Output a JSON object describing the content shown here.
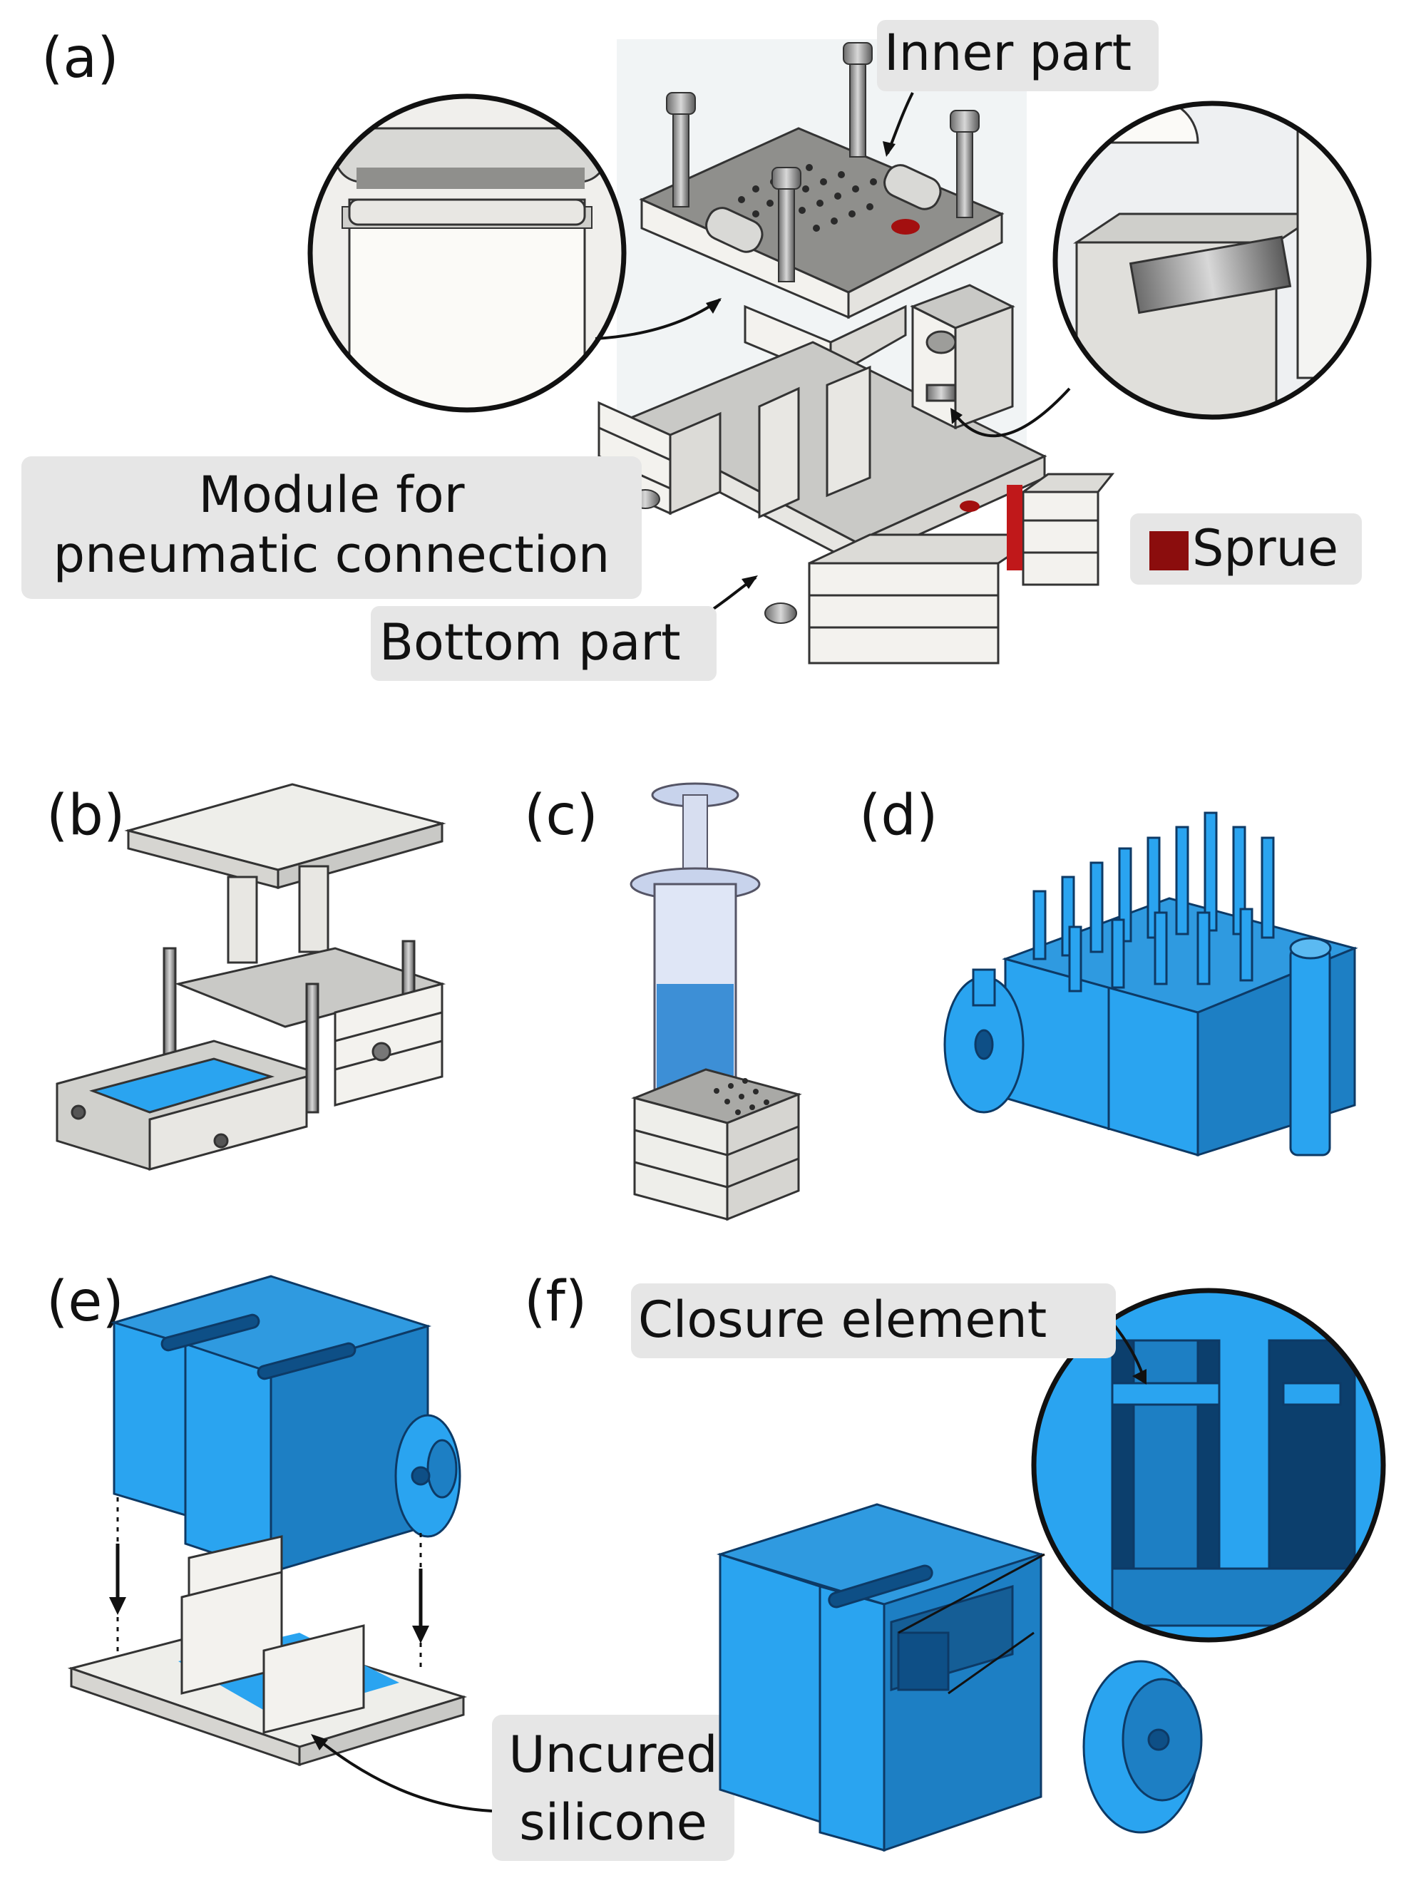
{
  "panels": {
    "a": "(a)",
    "b": "(b)",
    "c": "(c)",
    "d": "(d)",
    "e": "(e)",
    "f": "(f)"
  },
  "labels": {
    "inner_part": "Inner part",
    "module_line1": "Module for",
    "module_line2": "pneumatic connection",
    "sprue": "Sprue",
    "bottom_part": "Bottom part",
    "closure_element": "Closure element",
    "uncured_line1": "Uncured",
    "uncured_line2": "silicone"
  },
  "colors": {
    "silicone_blue": "#2aa4f0",
    "sprue_red": "#8b0d0d",
    "mold_white": "#f1f0ec",
    "mold_gray": "#c8c8c4",
    "label_bg": "#e6e6e6"
  }
}
